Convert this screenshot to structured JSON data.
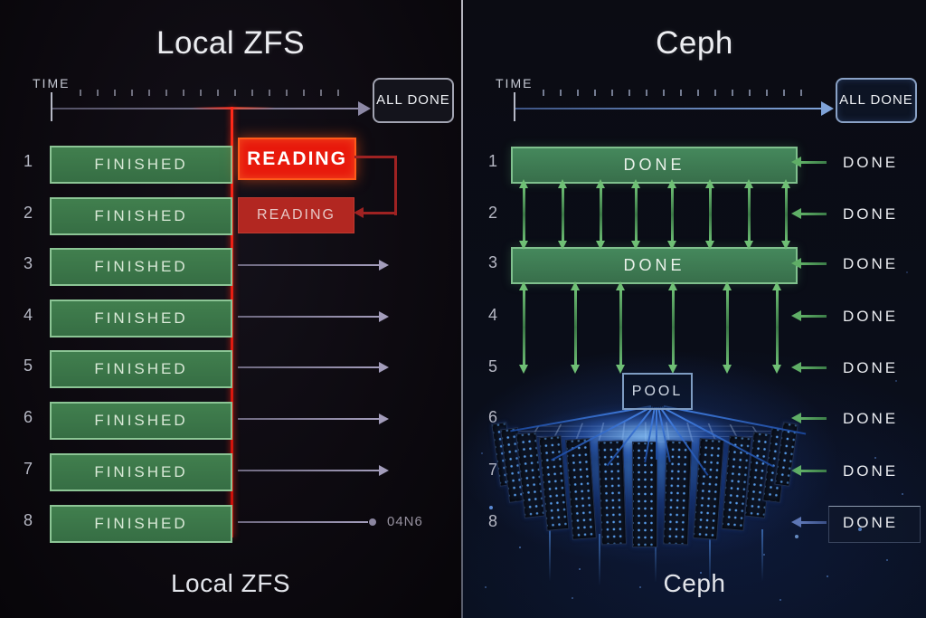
{
  "left": {
    "title": "Local ZFS",
    "footer": "Local ZFS",
    "time_label": "TIME",
    "all_done": "ALL DONE",
    "note": "04N6",
    "rows": [
      {
        "num": "1",
        "label": "FINISHED",
        "status": "READING"
      },
      {
        "num": "2",
        "label": "FINISHED",
        "status": "READING"
      },
      {
        "num": "3",
        "label": "FINISHED"
      },
      {
        "num": "4",
        "label": "FINISHED"
      },
      {
        "num": "5",
        "label": "FINISHED"
      },
      {
        "num": "6",
        "label": "FINISHED"
      },
      {
        "num": "7",
        "label": "FINISHED"
      },
      {
        "num": "8",
        "label": "FINISHED"
      }
    ]
  },
  "right": {
    "title": "Ceph",
    "footer": "Ceph",
    "time_label": "TIME",
    "all_done": "ALL DONE",
    "pool_label": "POOL",
    "bars": [
      {
        "row": "1",
        "label": "DONE"
      },
      {
        "row": "3",
        "label": "DONE"
      }
    ],
    "rows": [
      {
        "num": "1",
        "status": "DONE"
      },
      {
        "num": "2",
        "status": "DONE"
      },
      {
        "num": "3",
        "status": "DONE"
      },
      {
        "num": "4",
        "status": "DONE"
      },
      {
        "num": "5",
        "status": "DONE"
      },
      {
        "num": "6",
        "status": "DONE"
      },
      {
        "num": "7",
        "status": "DONE"
      },
      {
        "num": "8",
        "status": "DONE"
      }
    ]
  },
  "colors": {
    "finished_green_bg": "#3b7a4a",
    "finished_green_border": "#8cc595",
    "reading_active_red": "#e8190c",
    "reading_queued_red": "#b22721",
    "blocker_red_line": "#e31212",
    "zfs_timeline_gray": "#8d89a6",
    "ceph_timeline_blue": "#7fa3d8",
    "replication_arrow_green": "#5fae66",
    "ceph_done_arrow_blue": "#5d76b5",
    "cluster_glow_blue": "#2a6fd4"
  }
}
